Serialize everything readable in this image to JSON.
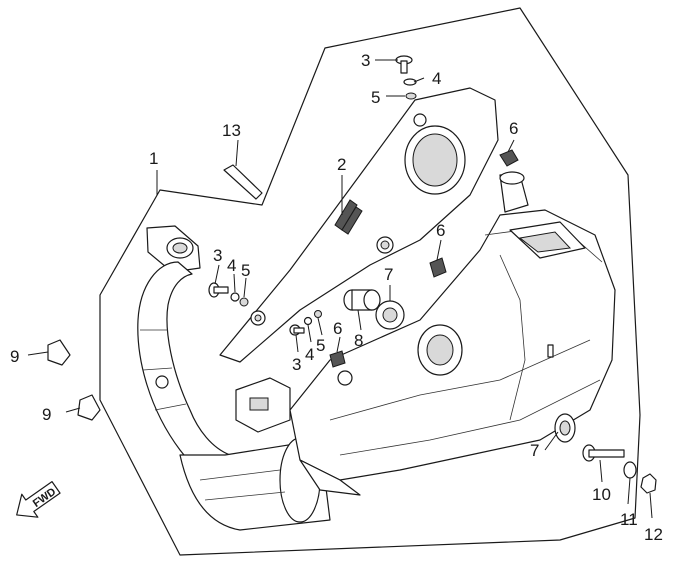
{
  "diagram": {
    "callouts": [
      {
        "id": "c1",
        "text": "1"
      },
      {
        "id": "c2",
        "text": "2"
      },
      {
        "id": "c3a",
        "text": "3"
      },
      {
        "id": "c3b",
        "text": "3"
      },
      {
        "id": "c3c",
        "text": "3"
      },
      {
        "id": "c4a",
        "text": "4"
      },
      {
        "id": "c4b",
        "text": "4"
      },
      {
        "id": "c4c",
        "text": "4"
      },
      {
        "id": "c5a",
        "text": "5"
      },
      {
        "id": "c5b",
        "text": "5"
      },
      {
        "id": "c5c",
        "text": "5"
      },
      {
        "id": "c6a",
        "text": "6"
      },
      {
        "id": "c6b",
        "text": "6"
      },
      {
        "id": "c6c",
        "text": "6"
      },
      {
        "id": "c7a",
        "text": "7"
      },
      {
        "id": "c7b",
        "text": "7"
      },
      {
        "id": "c8",
        "text": "8"
      },
      {
        "id": "c9a",
        "text": "9"
      },
      {
        "id": "c9b",
        "text": "9"
      },
      {
        "id": "c10",
        "text": "10"
      },
      {
        "id": "c11",
        "text": "11"
      },
      {
        "id": "c12",
        "text": "12"
      },
      {
        "id": "c13",
        "text": "13"
      }
    ],
    "direction_arrow": {
      "text": "FWD",
      "icon": "forward-arrow-icon"
    },
    "colors": {
      "line": "#1a1a1a",
      "fill": "#ffffff",
      "shade": "#d9d9d9"
    }
  }
}
